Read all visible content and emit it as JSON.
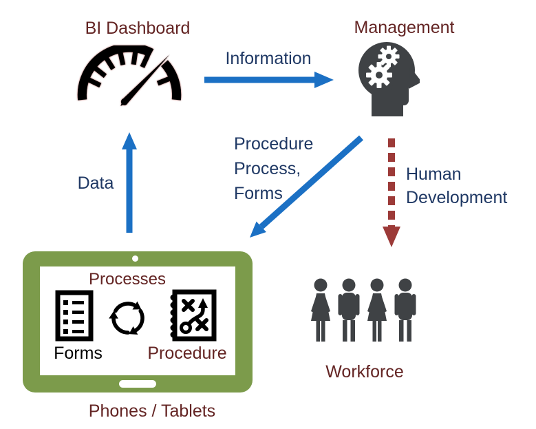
{
  "diagram": {
    "nodes": {
      "bi_dashboard": "BI Dashboard",
      "management": "Management",
      "workforce": "Workforce",
      "phones_tablets": "Phones / Tablets"
    },
    "tablet": {
      "processes": "Processes",
      "forms": "Forms",
      "procedure": "Procedure"
    },
    "edges": {
      "information": "Information",
      "data": "Data",
      "procedure_process_forms": {
        "line1": "Procedure",
        "line2": "Process,",
        "line3": "Forms"
      },
      "human_development": {
        "line1": "Human",
        "line2": "Development"
      }
    },
    "icons": {
      "gauge": "gauge-icon",
      "head_gears": "head-gears-icon",
      "checklist": "checklist-icon",
      "cycle": "cycle-icon",
      "strategy": "strategy-icon",
      "people": "people-icon"
    },
    "colors": {
      "node_title_red": "#632423",
      "edge_label_navy": "#1F3864",
      "arrow_blue": "#1B70C4",
      "arrow_dashed_red": "#9C3A38",
      "tablet_frame_green": "#7C9B4B",
      "silhouette_gray": "#3F4245",
      "icon_black": "#000000",
      "background": "#FFFFFF"
    }
  }
}
